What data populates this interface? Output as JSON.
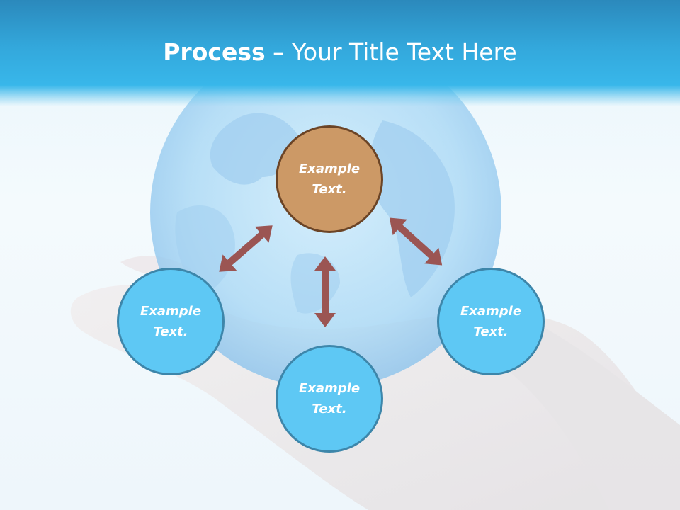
{
  "slide": {
    "title_bold": "Process",
    "title_rest": " – Your Title Text Here"
  },
  "diagram": {
    "center": {
      "label": "Example Text."
    },
    "left": {
      "label": "Example Text."
    },
    "bottom": {
      "label": "Example Text."
    },
    "right": {
      "label": "Example Text."
    }
  },
  "colors": {
    "header": "#33a8dc",
    "center_fill": "#cc9966",
    "center_border": "#6b4426",
    "node_fill": "#5ec8f4",
    "node_border": "#3d86aa",
    "arrow": "#9b5553"
  }
}
